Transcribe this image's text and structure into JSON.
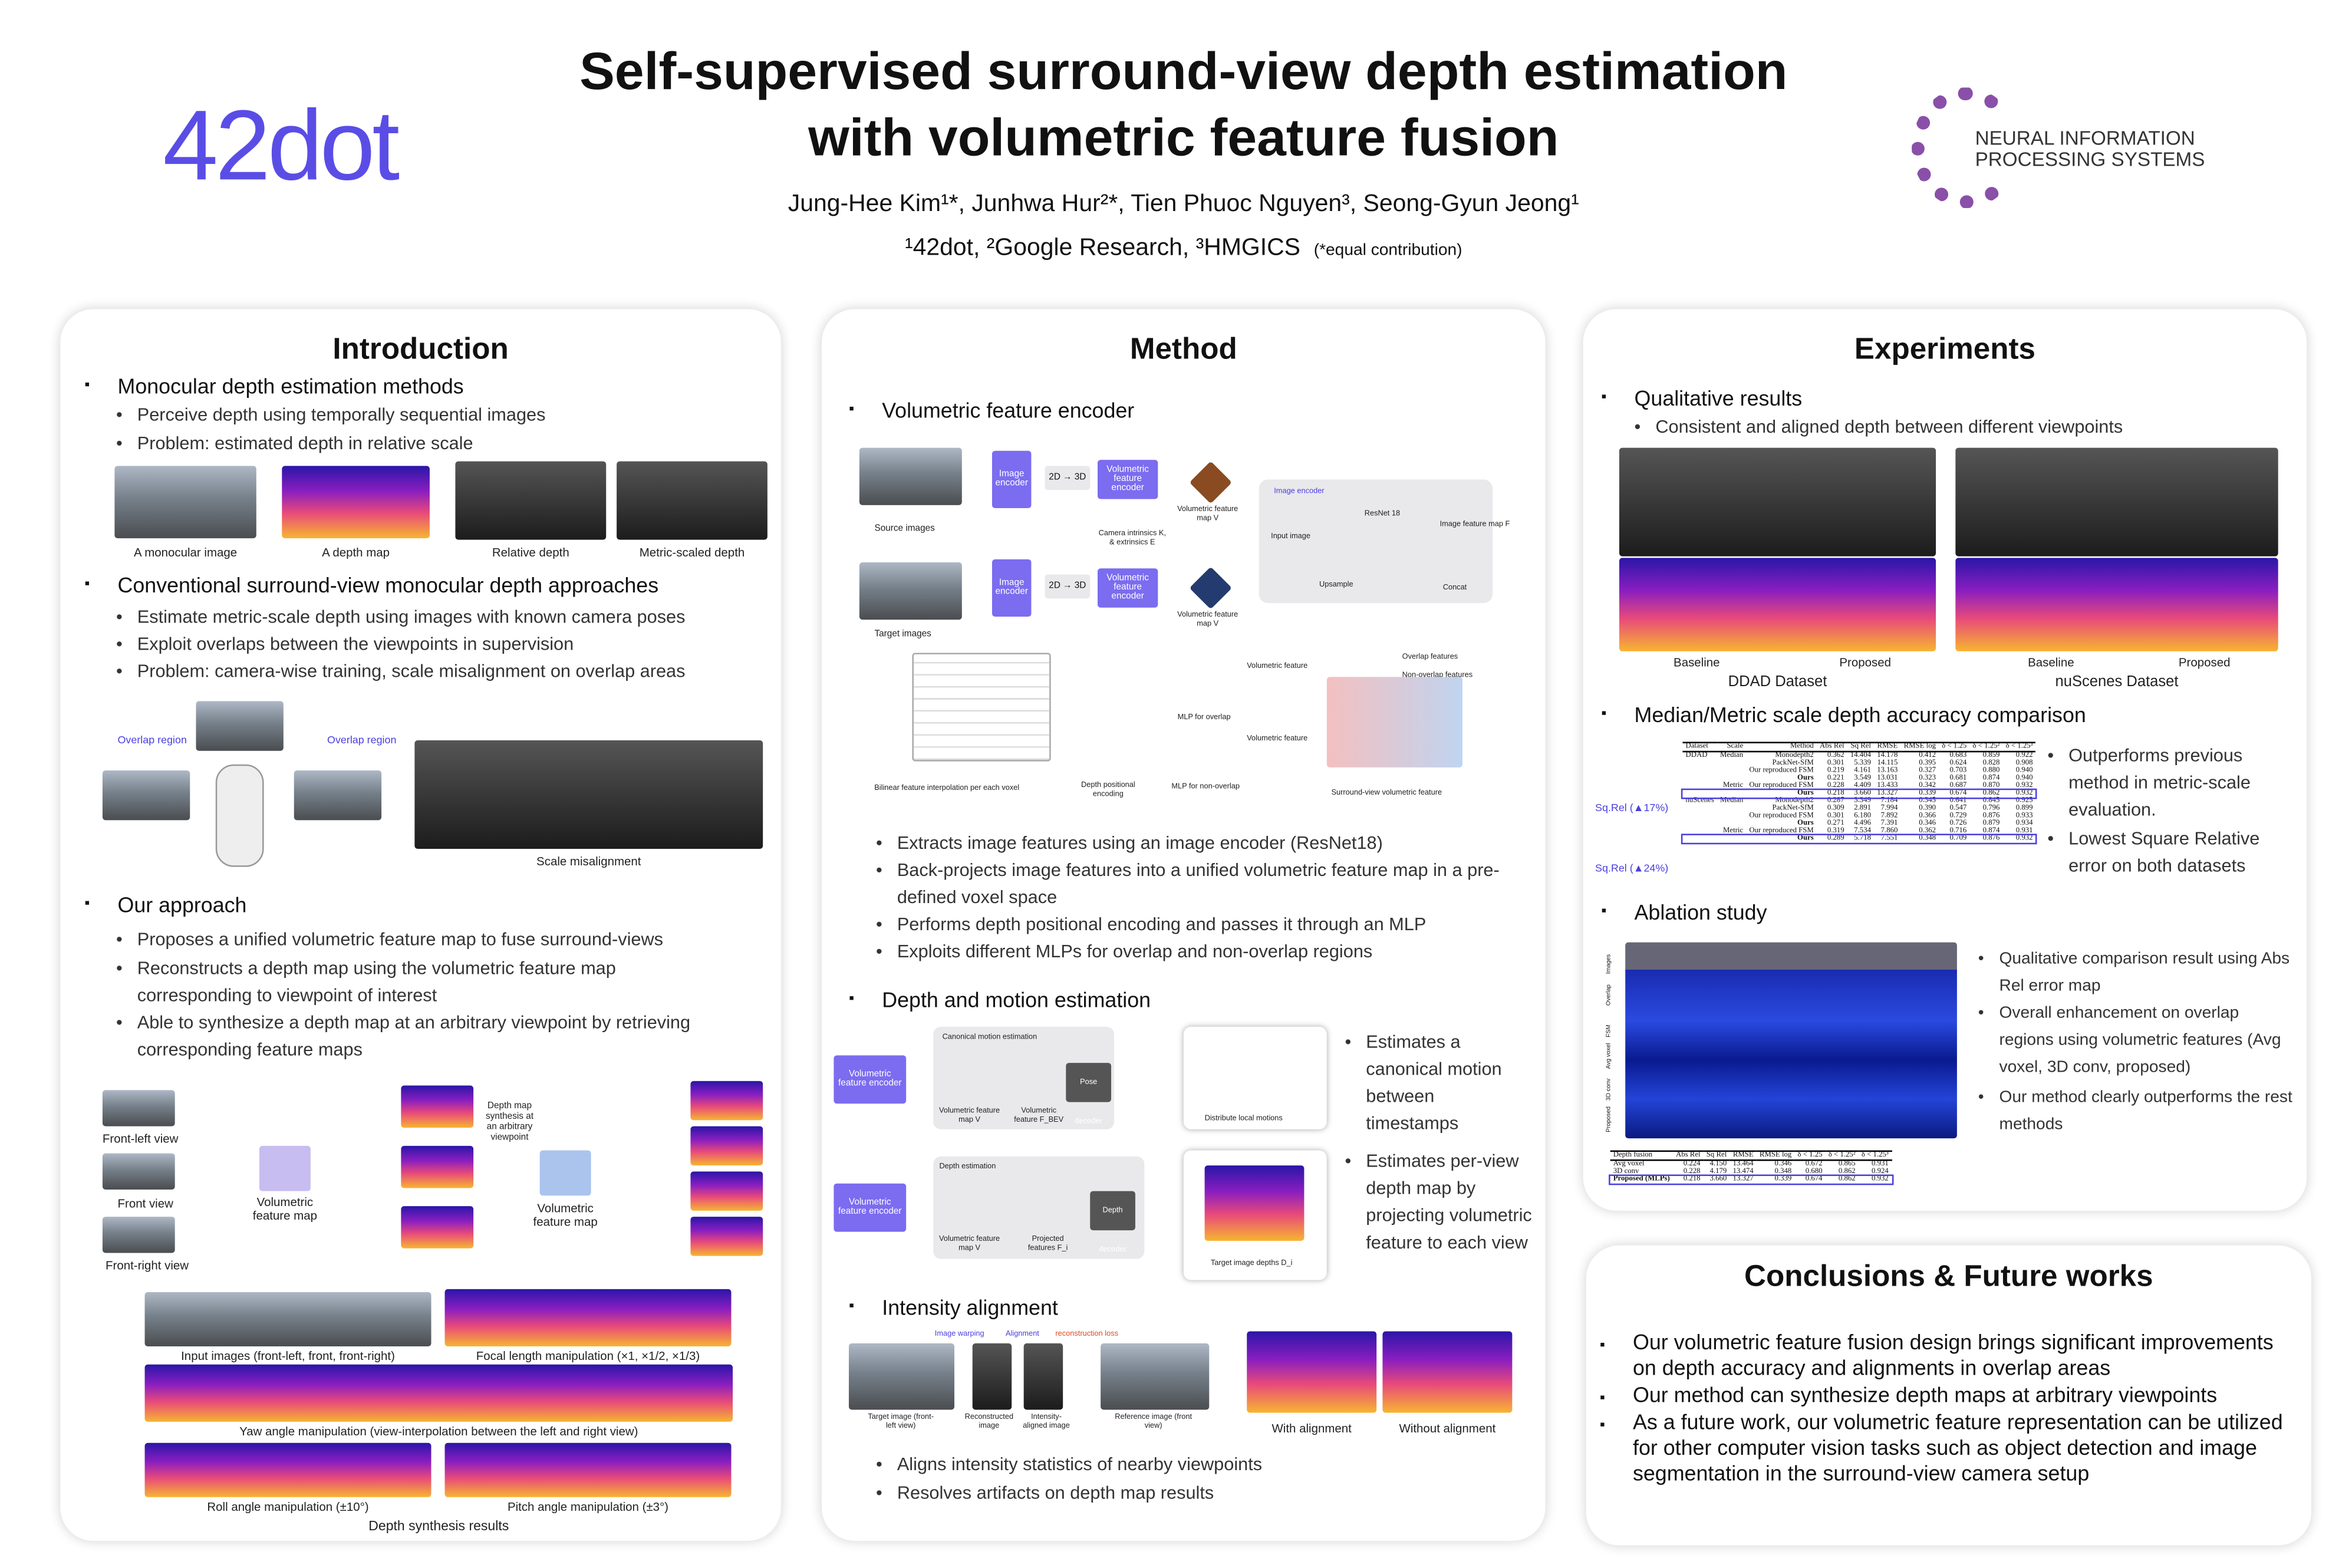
{
  "header": {
    "logo": "42dot",
    "title_line1": "Self-supervised surround-view depth estimation",
    "title_line2": "with volumetric feature fusion",
    "authors": "Jung-Hee Kim¹*, Junhwa Hur²*, Tien Phuoc Nguyen³, Seong-Gyun Jeong¹",
    "affiliations": "¹42dot, ²Google Research, ³HMGICS",
    "equal": "(*equal contribution)",
    "conference_logo": "NEURAL INFORMATION PROCESSING SYSTEMS"
  },
  "intro": {
    "title": "Introduction",
    "s1": "Monocular depth estimation methods",
    "s1_b": [
      "Perceive depth using temporally sequential images",
      "Problem: estimated depth in relative scale"
    ],
    "fig1_caps": [
      "A monocular image",
      "A depth map",
      "Relative depth",
      "Metric-scaled depth"
    ],
    "s2": "Conventional surround-view monocular depth approaches",
    "s2_b": [
      "Estimate metric-scale depth using images with known camera poses",
      "Exploit overlaps between the viewpoints in supervision",
      "Problem: camera-wise training, scale misalignment on overlap areas"
    ],
    "fig2_caps": [
      "Overlap region",
      "Overlap region",
      "Scale misalignment"
    ],
    "s3": "Our approach",
    "s3_b": [
      "Proposes a unified volumetric feature map to fuse surround-views",
      "Reconstructs a depth map using the volumetric feature map corresponding to viewpoint of interest",
      "Able to synthesize a depth map at an arbitrary viewpoint by retrieving corresponding feature maps"
    ],
    "fig3_caps": [
      "Front-left view",
      "Front view",
      "Front-right view",
      "Volumetric feature map",
      "Depth map synthesis at an arbitrary viewpoint",
      "Volumetric feature map"
    ],
    "fig4_caps": [
      "Input images (front-left, front, front-right)",
      "Focal length manipulation (×1, ×1/2, ×1/3)",
      "Yaw angle manipulation (view-interpolation between the left and right view)",
      "Roll angle manipulation (±10°)",
      "Pitch angle manipulation (±3°)",
      "Depth synthesis results"
    ]
  },
  "method": {
    "title": "Method",
    "s1": "Volumetric feature encoder",
    "fig1_caps": [
      "Source images",
      "Target images",
      "Image encoder",
      "Image encoder",
      "2D → 3D",
      "2D → 3D",
      "Volumetric feature encoder",
      "Volumetric feature encoder",
      "Volumetric feature map V",
      "Volumetric feature map V",
      "Camera intrinsics K, & extrinsics E",
      "Image encoder",
      "Input image",
      "ResNet 18",
      "Image feature map F",
      "Upsample",
      "Concat",
      "Overlap features",
      "Non-overlap features",
      "Volumetric feature",
      "Volumetric feature",
      "MLP for overlap",
      "MLP for non-overlap",
      "Bilinear feature interpolation per each voxel",
      "Depth positional encoding",
      "Surround-view volumetric feature"
    ],
    "s1_b": [
      "Extracts image features using an image encoder (ResNet18)",
      "Back-projects image features into a unified volumetric feature map in a pre-defined voxel space",
      "Performs depth positional encoding and passes it through an MLP",
      "Exploits different MLPs for overlap and non-overlap regions"
    ],
    "s2": "Depth and motion estimation",
    "fig2_caps": [
      "Volumetric feature encoder",
      "Canonical motion estimation",
      "Volumetric feature map V",
      "Volumetric feature F_BEV",
      "Pose decoder",
      "Distribute local motions",
      "Volumetric feature encoder",
      "Depth estimation",
      "Volumetric feature map V",
      "Projected features F_i",
      "Depth decoder",
      "Target image depths D_i"
    ],
    "s2_b": [
      "Estimates a canonical motion between timestamps",
      "Estimates per-view depth map by projecting volumetric feature to each view"
    ],
    "s3": "Intensity alignment",
    "fig3_caps": [
      "Image warping",
      "Alignment",
      "reconstruction loss",
      "Target image (front-left view)",
      "Reconstructed image",
      "Intensity-aligned image",
      "Reference image (front view)",
      "With alignment",
      "Without alignment"
    ],
    "s3_b": [
      "Aligns intensity statistics of nearby viewpoints",
      "Resolves artifacts on depth map results"
    ]
  },
  "experiments": {
    "title": "Experiments",
    "s1": "Qualitative results",
    "s1_b": [
      "Consistent and aligned depth between different viewpoints"
    ],
    "qual_caps": [
      "Baseline",
      "Proposed",
      "DDAD Dataset",
      "Baseline",
      "Proposed",
      "nuScenes Dataset"
    ],
    "s2": "Median/Metric scale depth accuracy comparison",
    "s2_b": [
      "Outperforms previous method in metric-scale evaluation.",
      "Lowest Square Relative error on both datasets"
    ],
    "notes": [
      "Sq.Rel (▲17%)",
      "Sq.Rel (▲24%)"
    ],
    "table1": {
      "headers": [
        "Dataset",
        "Scale",
        "Method",
        "Abs Rel",
        "Sq Rel",
        "RMSE",
        "RMSE log",
        "δ < 1.25",
        "δ < 1.25²",
        "δ < 1.25³"
      ],
      "rows": [
        [
          "DDAD",
          "Median",
          "Monodepth2",
          "0.362",
          "14.404",
          "14.178",
          "0.412",
          "0.683",
          "0.859",
          "0.922"
        ],
        [
          "",
          "",
          "PackNet-SfM",
          "0.301",
          "5.339",
          "14.115",
          "0.395",
          "0.624",
          "0.828",
          "0.908"
        ],
        [
          "",
          "",
          "Our reproduced FSM",
          "0.219",
          "4.161",
          "13.163",
          "0.327",
          "0.703",
          "0.880",
          "0.940"
        ],
        [
          "",
          "",
          "Ours",
          "0.221",
          "3.549",
          "13.031",
          "0.323",
          "0.681",
          "0.874",
          "0.940"
        ],
        [
          "",
          "Metric",
          "Our reproduced FSM",
          "0.228",
          "4.409",
          "13.433",
          "0.342",
          "0.687",
          "0.870",
          "0.932"
        ],
        [
          "",
          "",
          "Ours",
          "0.218",
          "3.660",
          "13.327",
          "0.339",
          "0.674",
          "0.862",
          "0.932"
        ],
        [
          "nuScenes",
          "Median",
          "Monodepth2",
          "0.287",
          "3.349",
          "7.184",
          "0.345",
          "0.641",
          "0.845",
          "0.925"
        ],
        [
          "",
          "",
          "PackNet-SfM",
          "0.309",
          "2.891",
          "7.994",
          "0.390",
          "0.547",
          "0.796",
          "0.899"
        ],
        [
          "",
          "",
          "Our reproduced FSM",
          "0.301",
          "6.180",
          "7.892",
          "0.366",
          "0.729",
          "0.876",
          "0.933"
        ],
        [
          "",
          "",
          "Ours",
          "0.271",
          "4.496",
          "7.391",
          "0.346",
          "0.726",
          "0.879",
          "0.934"
        ],
        [
          "",
          "Metric",
          "Our reproduced FSM",
          "0.319",
          "7.534",
          "7.860",
          "0.362",
          "0.716",
          "0.874",
          "0.931"
        ],
        [
          "",
          "",
          "Ours",
          "0.289",
          "5.718",
          "7.551",
          "0.348",
          "0.709",
          "0.876",
          "0.932"
        ]
      ]
    },
    "s3": "Ablation study",
    "ablation_labels": [
      "Images",
      "Overlap",
      "FSM",
      "Avg voxel",
      "3D conv",
      "Proposed"
    ],
    "s3_b": [
      "Qualitative comparison result using Abs Rel error map",
      "Overall enhancement on overlap regions using volumetric features (Avg voxel, 3D conv, proposed)",
      "Our method clearly outperforms the rest methods"
    ],
    "table2": {
      "headers": [
        "Depth fusion",
        "Abs Rel",
        "Sq Rel",
        "RMSE",
        "RMSE log",
        "δ < 1.25",
        "δ < 1.25²",
        "δ < 1.25³"
      ],
      "rows": [
        [
          "Avg voxel",
          "0.224",
          "4.150",
          "13.464",
          "0.346",
          "0.672",
          "0.865",
          "0.931"
        ],
        [
          "3D conv",
          "0.228",
          "4.179",
          "13.474",
          "0.348",
          "0.680",
          "0.862",
          "0.924"
        ],
        [
          "Proposed (MLPs)",
          "0.218",
          "3.660",
          "13.327",
          "0.339",
          "0.674",
          "0.862",
          "0.932"
        ]
      ]
    }
  },
  "conclusions": {
    "title": "Conclusions & Future works",
    "items": [
      "Our volumetric feature fusion design brings significant improvements on depth accuracy and alignments in overlap areas",
      "Our method can synthesize depth maps at arbitrary viewpoints",
      "As a future work, our volumetric feature representation can be utilized for other computer vision tasks such as object detection and image segmentation in the surround-view camera setup"
    ]
  },
  "colors": {
    "brand": "#5a4de6",
    "highlight": "#4a3fe0"
  }
}
